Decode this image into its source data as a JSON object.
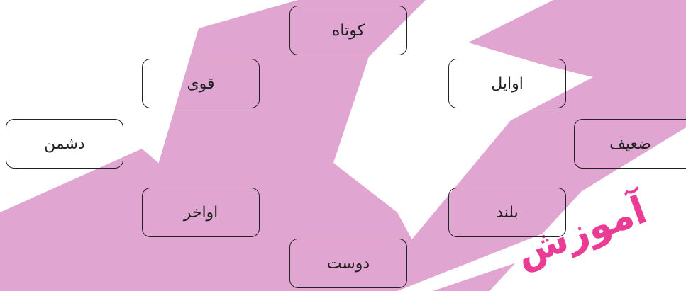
{
  "words": [
    {
      "id": "kotah",
      "text": "کوتاه"
    },
    {
      "id": "ghavi",
      "text": "قوی"
    },
    {
      "id": "avayel",
      "text": "اوایل"
    },
    {
      "id": "doshman",
      "text": "دشمن"
    },
    {
      "id": "zaeef",
      "text": "ضعیف"
    },
    {
      "id": "avakher",
      "text": "اواخر"
    },
    {
      "id": "boland",
      "text": "بلند"
    },
    {
      "id": "doost",
      "text": "دوست"
    }
  ],
  "watermark": {
    "text": "آموزش",
    "color": "#ea3c94",
    "fill_color": "#e0a6d1"
  }
}
